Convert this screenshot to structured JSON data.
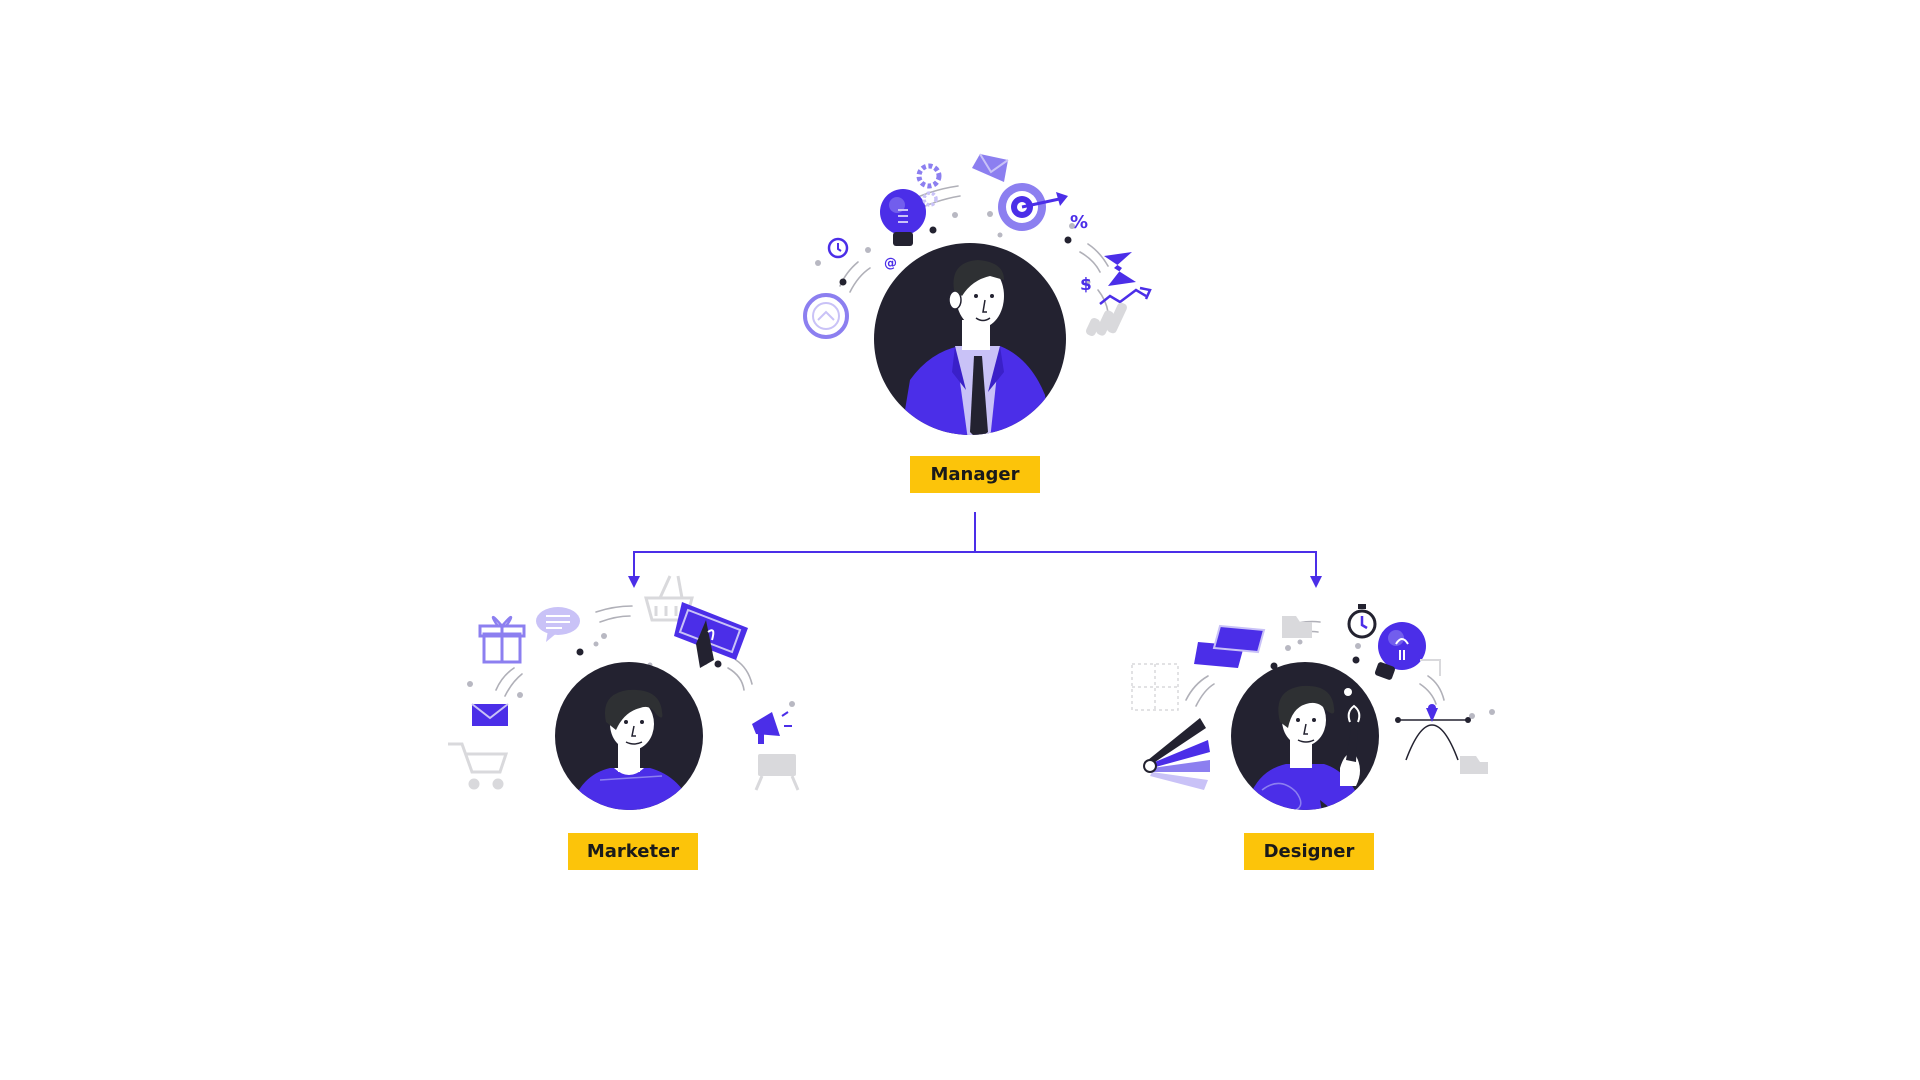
{
  "colors": {
    "accent": "#4b2ee8",
    "accent_light": "#8c7ff0",
    "accent_pale": "#c9c2f7",
    "avatar_bg": "#232230",
    "label_bg": "#fcc40a",
    "label_text": "#1a1a1a",
    "skin": "#ffffff",
    "hair": "#2e3033",
    "grey_icon": "#d9d9dc"
  },
  "nodes": [
    {
      "id": "manager",
      "label": "Manager",
      "icons": [
        "lightbulb-icon",
        "gear-icon",
        "envelope-icon",
        "target-icon",
        "percent-icon",
        "hourglass-icon",
        "dollar-icon",
        "trend-arrow-icon",
        "stopwatch-icon",
        "at-sign-icon",
        "coin-stack-icon",
        "badge-icon"
      ]
    },
    {
      "id": "marketer",
      "label": "Marketer",
      "icons": [
        "gift-icon",
        "chat-bubble-icon",
        "basket-icon",
        "click-screen-icon",
        "megaphone-icon",
        "envelope-icon",
        "shopping-cart-icon",
        "sale-sign-icon"
      ]
    },
    {
      "id": "designer",
      "label": "Designer",
      "icons": [
        "browser-windows-icon",
        "stopwatch-icon",
        "lightbulb-icon",
        "color-swatch-icon",
        "bezier-curve-icon",
        "selection-frame-icon",
        "folder-icon"
      ]
    }
  ],
  "edges": [
    {
      "from": "manager",
      "to": "marketer"
    },
    {
      "from": "manager",
      "to": "designer"
    }
  ]
}
